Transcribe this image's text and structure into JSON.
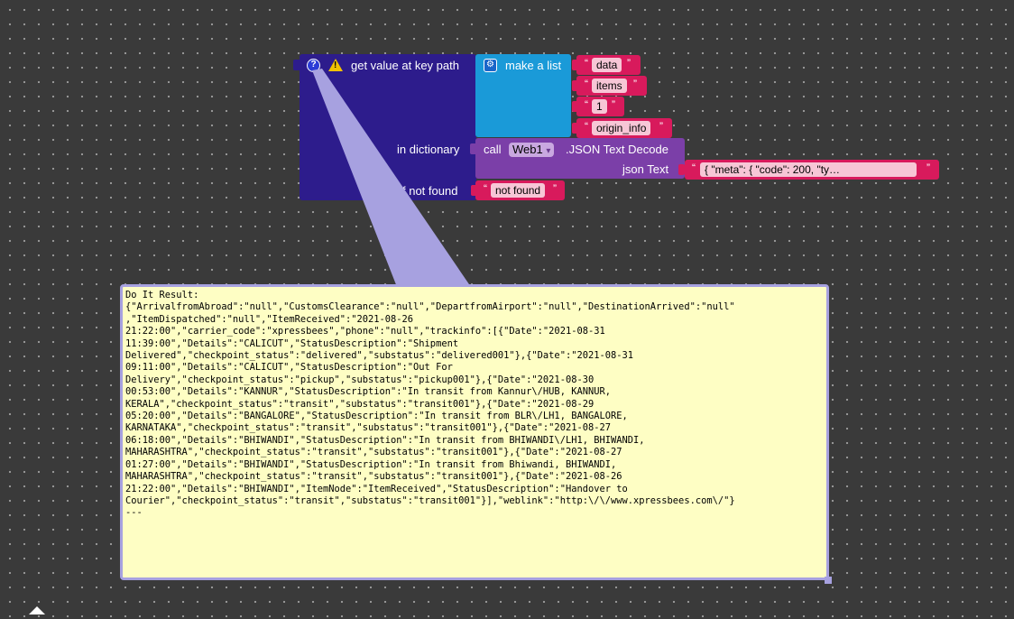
{
  "blocks": {
    "lookup": {
      "label": "get value at key path",
      "in_dictionary_label": "in dictionary",
      "not_found_label": "f not found",
      "help_icon_glyph": "?",
      "warning_icon_glyph": "!"
    },
    "make_list": {
      "label": "make a list",
      "gear_icon_glyph": "⚙",
      "items": [
        "data",
        "items",
        "1",
        "origin_info"
      ]
    },
    "call": {
      "call_label": "call",
      "component": "Web1",
      "dropdown_glyph": "▾",
      "method": ".JSON Text Decode",
      "param_label": "json Text"
    },
    "json_text_value": "{      \"meta\": {          \"code\": 200,          \"ty…",
    "not_found_value": "not found",
    "quote_glyph": "“",
    "quote_close_glyph": "”"
  },
  "colors": {
    "workspace_bg": "#0b0b0c",
    "dictionary_block": "#2d1c8c",
    "list_block": "#1a9ad8",
    "text_block": "#d81a5c",
    "component_block": "#7b3fa8",
    "result_bg": "#fefec4",
    "result_border": "#a7a1e0"
  },
  "result": {
    "text": "Do It Result:\n{\"ArrivalfromAbroad\":\"null\",\"CustomsClearance\":\"null\",\"DepartfromAirport\":\"null\",\"DestinationArrived\":\"null\"\n,\"ItemDispatched\":\"null\",\"ItemReceived\":\"2021-08-26\n21:22:00\",\"carrier_code\":\"xpressbees\",\"phone\":\"null\",\"trackinfo\":[{\"Date\":\"2021-08-31\n11:39:00\",\"Details\":\"CALICUT\",\"StatusDescription\":\"Shipment\nDelivered\",\"checkpoint_status\":\"delivered\",\"substatus\":\"delivered001\"},{\"Date\":\"2021-08-31\n09:11:00\",\"Details\":\"CALICUT\",\"StatusDescription\":\"Out For\nDelivery\",\"checkpoint_status\":\"pickup\",\"substatus\":\"pickup001\"},{\"Date\":\"2021-08-30\n00:53:00\",\"Details\":\"KANNUR\",\"StatusDescription\":\"In transit from Kannur\\/HUB, KANNUR,\nKERALA\",\"checkpoint_status\":\"transit\",\"substatus\":\"transit001\"},{\"Date\":\"2021-08-29\n05:20:00\",\"Details\":\"BANGALORE\",\"StatusDescription\":\"In transit from BLR\\/LH1, BANGALORE,\nKARNATAKA\",\"checkpoint_status\":\"transit\",\"substatus\":\"transit001\"},{\"Date\":\"2021-08-27\n06:18:00\",\"Details\":\"BHIWANDI\",\"StatusDescription\":\"In transit from BHIWANDI\\/LH1, BHIWANDI,\nMAHARASHTRA\",\"checkpoint_status\":\"transit\",\"substatus\":\"transit001\"},{\"Date\":\"2021-08-27\n01:27:00\",\"Details\":\"BHIWANDI\",\"StatusDescription\":\"In transit from Bhiwandi, BHIWANDI,\nMAHARASHTRA\",\"checkpoint_status\":\"transit\",\"substatus\":\"transit001\"},{\"Date\":\"2021-08-26\n21:22:00\",\"Details\":\"BHIWANDI\",\"ItemNode\":\"ItemReceived\",\"StatusDescription\":\"Handover to\nCourier\",\"checkpoint_status\":\"transit\",\"substatus\":\"transit001\"}],\"weblink\":\"http:\\/\\/www.xpressbees.com\\/\"}\n---"
  }
}
